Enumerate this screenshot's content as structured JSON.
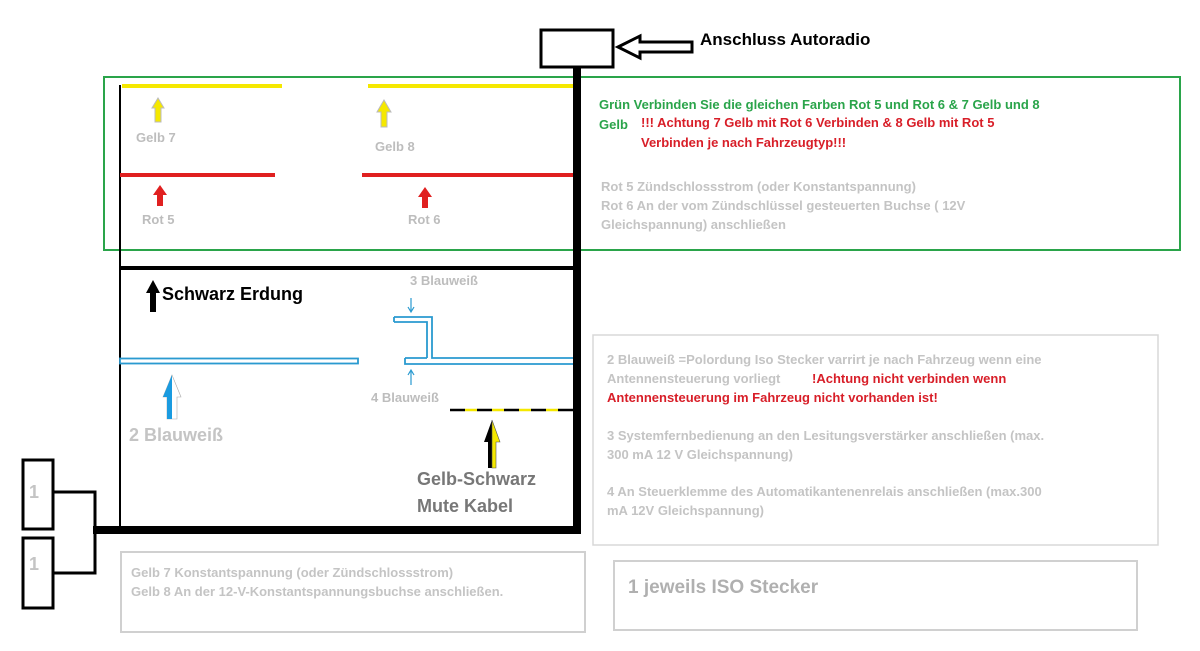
{
  "header": {
    "title": "Anschluss Autoradio"
  },
  "top_section": {
    "gelb7": "Gelb 7",
    "gelb8": "Gelb 8",
    "rot5": "Rot 5",
    "rot6": "Rot 6",
    "green_note_line1": "Grün Verbinden Sie die gleichen Farben Rot 5 und Rot 6 & 7 Gelb und 8",
    "green_note_line2": "Gelb",
    "red_note_line1": "!!! Achtung 7 Gelb mit Rot 6 Verbinden & 8 Gelb mit Rot 5",
    "red_note_line2": "Verbinden je nach Fahrzeugtyp!!!",
    "rot_note_line1": "Rot 5 Zündschlossstrom (oder Konstantspannung)",
    "rot_note_line2": "Rot 6 An der vom Zündschlüssel gesteuerten Buchse ( 12V",
    "rot_note_line3": "Gleichspannung) anschließen"
  },
  "middle_section": {
    "schwarz": "Schwarz Erdung",
    "blau3": "3 Blauweiß",
    "blau4": "4 Blauweiß",
    "blau2": "2 Blauweiß",
    "mute1": "Gelb-Schwarz",
    "mute2": "Mute Kabel"
  },
  "connectors": [
    "1",
    "1"
  ],
  "right_notes": {
    "line1": "2 Blauweiß =Polordung Iso Stecker varrirt je nach Fahrzeug wenn eine",
    "line2": "Antennensteuerung vorliegt",
    "line2_red": "!Achtung nicht verbinden wenn",
    "line3_red": "Antennensteuerung im Fahrzeug nicht vorhanden ist!",
    "line4": "3 Systemfernbedienung an den Lesitungsverstärker anschließen (max.",
    "line5": "300 mA 12 V Gleichspannung)",
    "line6": "4 An Steuerklemme des Automatikantenenrelais anschließen (max.300",
    "line7": "mA 12V Gleichspannung)"
  },
  "bottom_left_note": {
    "line1": "Gelb 7 Konstantspannung (oder Zündschlossstrom)",
    "line2": "Gelb 8 An der 12-V-Konstantspannungsbuchse anschließen."
  },
  "bottom_right_note": "1 jeweils ISO Stecker",
  "colors": {
    "yellow": "#f5e800",
    "red": "#e02020",
    "green": "#2aa44a",
    "blue": "#2a9ad0"
  }
}
